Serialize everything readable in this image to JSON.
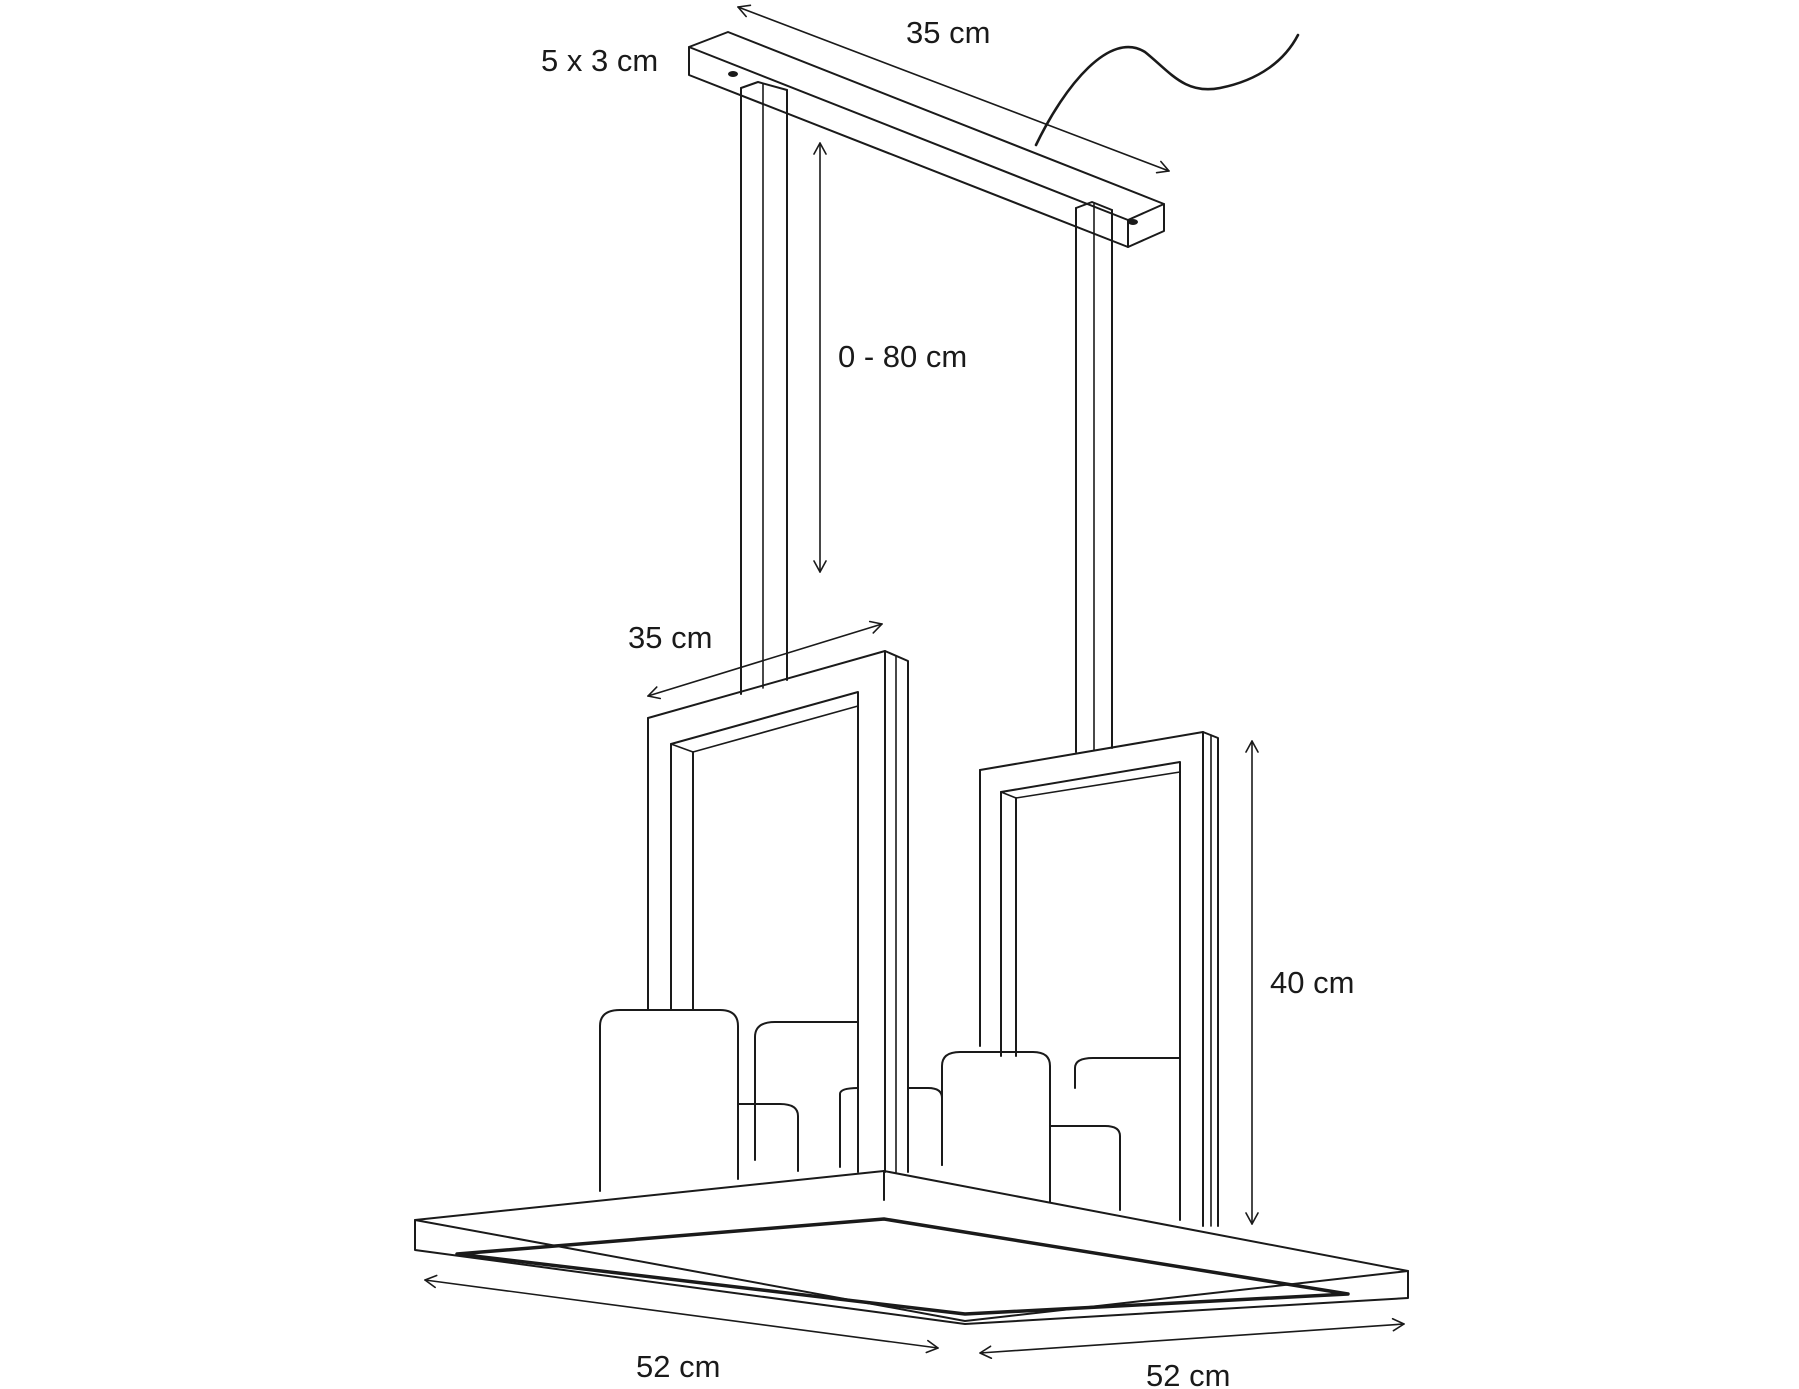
{
  "dimensions": {
    "canopy_section": "5 x 3 cm",
    "canopy_length": "35 cm",
    "suspension_length": "0 - 80 cm",
    "frame_width": "35 cm",
    "frame_height": "40 cm",
    "base_front": "52 cm",
    "base_side": "52 cm"
  }
}
